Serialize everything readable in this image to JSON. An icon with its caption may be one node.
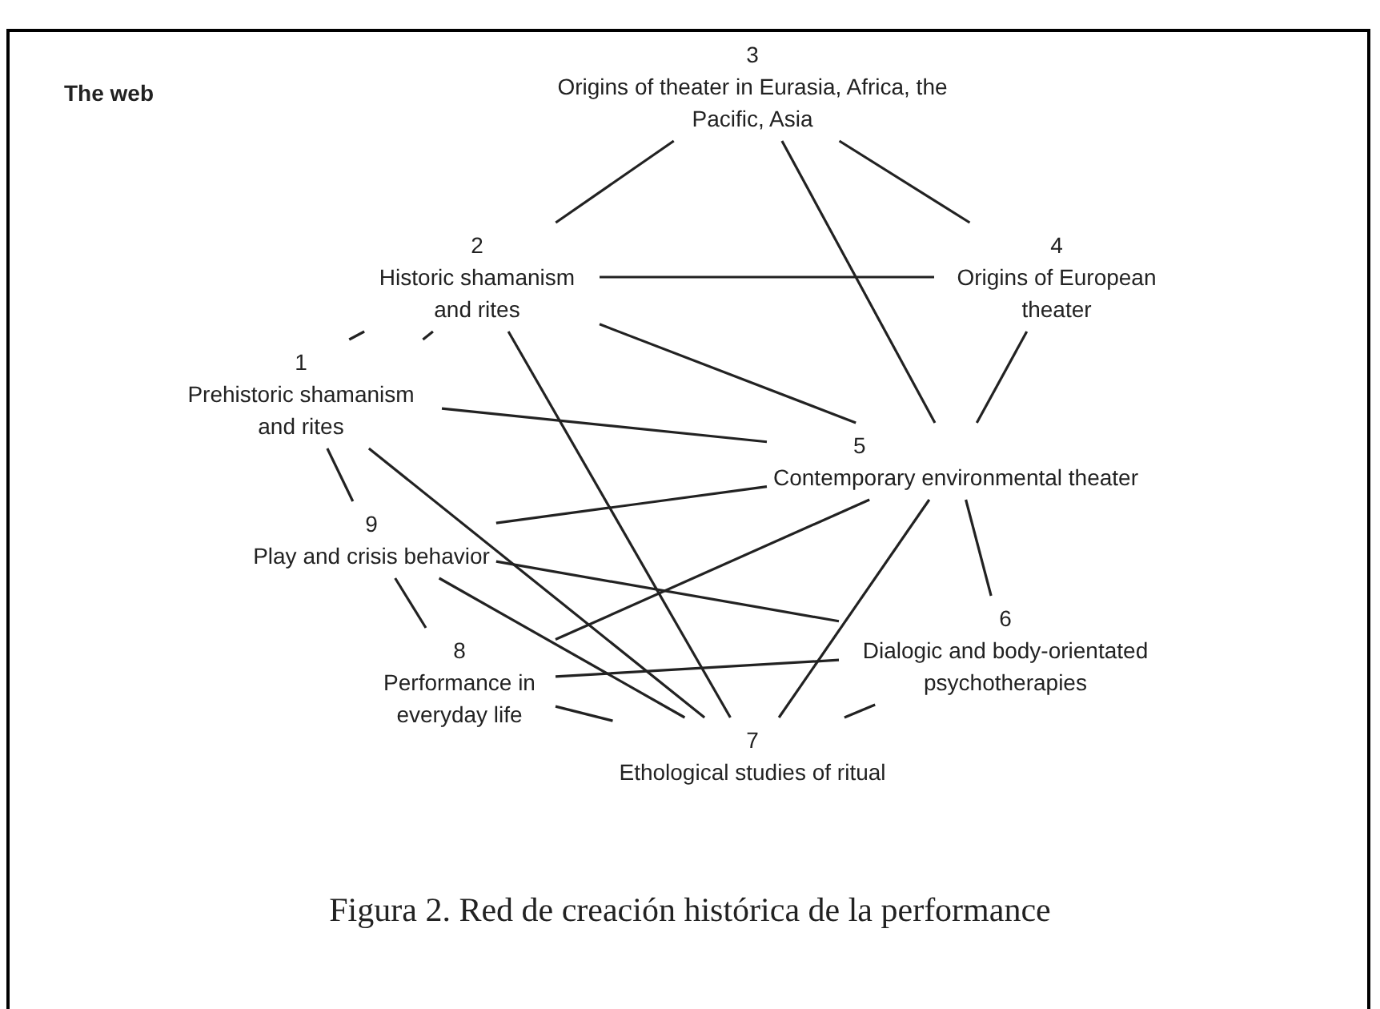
{
  "diagram": {
    "title": "The web",
    "caption": "Figura 2. Red de creación histórica de la performance",
    "nodes": [
      {
        "text": [
          "1",
          "Prehistoric shamanism and rites"
        ]
      },
      {
        "text": [
          "2",
          "Historic shamanism and rites"
        ]
      },
      {
        "text": [
          "3",
          "Origins of theater in Eurasia, Africa, the Pacific, Asia"
        ]
      },
      {
        "text": [
          "4",
          "Origins of European theater"
        ]
      },
      {
        "text": [
          "5",
          "Contemporary environmental theater"
        ]
      },
      {
        "text": [
          "6",
          "Dialogic and body-orientated psychotherapies"
        ]
      },
      {
        "text": [
          "7",
          "Ethological studies of ritual"
        ]
      },
      {
        "text": [
          "8",
          "Performance in everyday life"
        ]
      },
      {
        "text": [
          "9",
          "Play and crisis behavior"
        ]
      }
    ],
    "edges": [
      {
        "from": 2,
        "to": 1,
        "arrow": "none"
      },
      {
        "from": 2,
        "to": 4,
        "arrow": "none"
      },
      {
        "from": 2,
        "to": 3,
        "arrow": "none"
      },
      {
        "from": 1,
        "to": 3,
        "arrow": "none"
      },
      {
        "from": 3,
        "to": 4,
        "arrow": "none"
      },
      {
        "from": 0,
        "to": 1,
        "arrow": "none"
      },
      {
        "from": 0,
        "to": 1,
        "arrow": "none"
      },
      {
        "from": 1,
        "to": 4,
        "arrow": "none"
      },
      {
        "from": 1,
        "to": 6,
        "arrow": "none"
      },
      {
        "from": 0,
        "to": 4,
        "arrow": "none"
      },
      {
        "from": 0,
        "to": 6,
        "arrow": "none"
      },
      {
        "from": 0,
        "to": 8,
        "arrow": "none"
      },
      {
        "from": 8,
        "to": 4,
        "arrow": "none"
      },
      {
        "from": 8,
        "to": 5,
        "arrow": "none"
      },
      {
        "from": 8,
        "to": 7,
        "arrow": "none"
      },
      {
        "from": 8,
        "to": 6,
        "arrow": "none"
      },
      {
        "from": 7,
        "to": 4,
        "arrow": "none"
      },
      {
        "from": 7,
        "to": 5,
        "arrow": "none"
      },
      {
        "from": 7,
        "to": 6,
        "arrow": "none"
      },
      {
        "from": 4,
        "to": 6,
        "arrow": "none"
      },
      {
        "from": 4,
        "to": 5,
        "arrow": "none"
      },
      {
        "from": 5,
        "to": 6,
        "arrow": "none"
      }
    ]
  }
}
